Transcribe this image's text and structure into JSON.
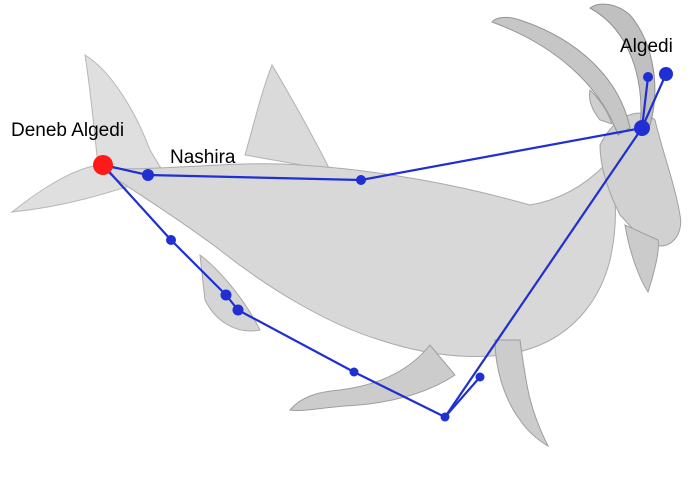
{
  "constellation": {
    "labels": {
      "deneb_algedi": "Deneb Algedi",
      "nashira": "Nashira",
      "algedi": "Algedi"
    },
    "colors": {
      "line": "#1f2fd1",
      "star": "#1f2fd1",
      "highlight_star": "#ff1a1a",
      "figure_fill": "#dcdcdc",
      "figure_stroke": "#a9a9a9"
    }
  }
}
